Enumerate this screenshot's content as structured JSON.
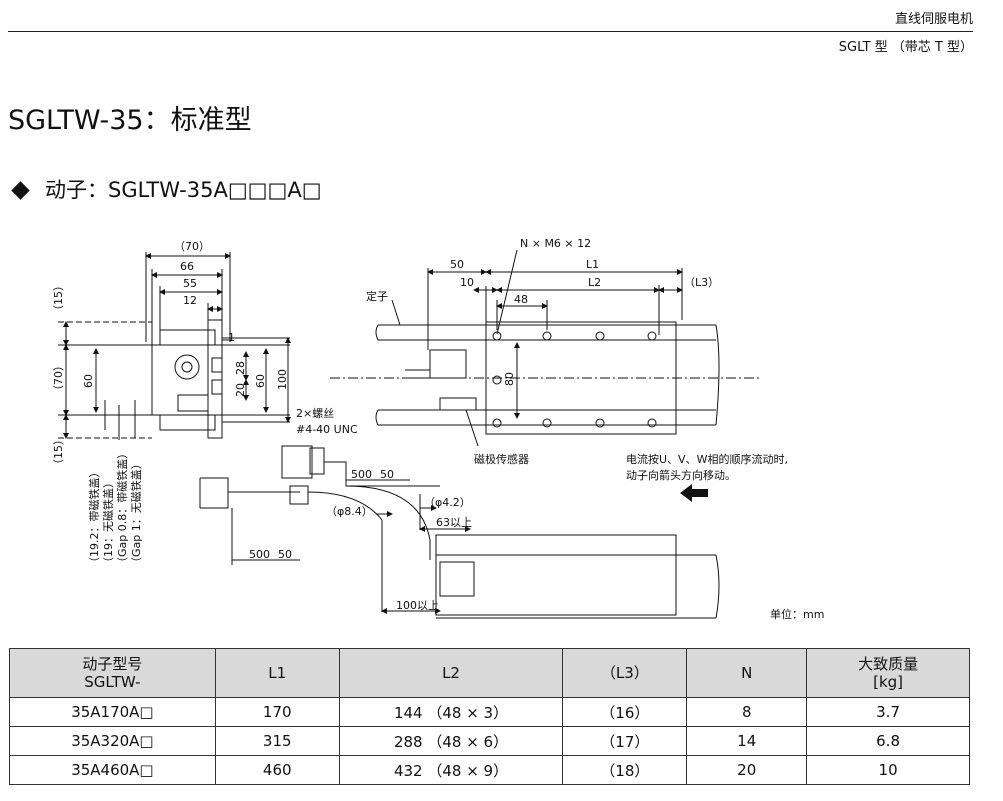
{
  "header": {
    "category": "直线伺服电机",
    "series": "SGLT 型 （带芯 T 型）"
  },
  "title": "SGLTW-35：标准型",
  "subtitle": "动子：SGLTW-35A□□□A□",
  "drawing": {
    "dims": {
      "d70": "（70）",
      "d66": "66",
      "d55": "55",
      "d12": "12",
      "d1": "1",
      "v15a": "（15）",
      "v70": "（70）",
      "v60a": "60",
      "v28": "28",
      "v20": "20",
      "v60b": "60",
      "v100": "100",
      "v15b": "（15）",
      "nm6": "N × M6 × 12",
      "d50": "50",
      "l1": "L1",
      "d10": "10",
      "l2": "L2",
      "l3": "（L3）",
      "d48": "48",
      "v80": "80",
      "screw1": "2×螺丝",
      "screw2": "#4-40 UNC",
      "c500a": "500",
      "c50a": "50",
      "phi42": "（φ4.2）",
      "phi84": "（φ8.4）",
      "min63": "63以上",
      "c500b": "500",
      "c50b": "50",
      "min100": "100以上"
    },
    "labels": {
      "stator": "定子",
      "sensor": "磁极传感器",
      "note1": "电流按U、V、W相的顺序流动时,",
      "note2": "动子向箭头方向移动。",
      "unit": "单位：mm"
    },
    "gap_notes": [
      "（19.2：带磁铁盖）",
      "（19：无磁铁盖）",
      "（Gap 0.8：带磁铁盖）",
      "（Gap 1：无磁铁盖）"
    ]
  },
  "table": {
    "headers": {
      "model_line1": "动子型号",
      "model_line2": "SGLTW-",
      "l1": "L1",
      "l2": "L2",
      "l3": "（L3）",
      "n": "N",
      "mass_line1": "大致质量",
      "mass_line2": "[kg]"
    },
    "rows": [
      {
        "model": "35A170A□",
        "l1": "170",
        "l2": "144 （48 × 3）",
        "l3": "（16）",
        "n": "8",
        "mass": "3.7"
      },
      {
        "model": "35A320A□",
        "l1": "315",
        "l2": "288 （48 × 6）",
        "l3": "（17）",
        "n": "14",
        "mass": "6.8"
      },
      {
        "model": "35A460A□",
        "l1": "460",
        "l2": "432 （48 × 9）",
        "l3": "（18）",
        "n": "20",
        "mass": "10"
      }
    ]
  }
}
